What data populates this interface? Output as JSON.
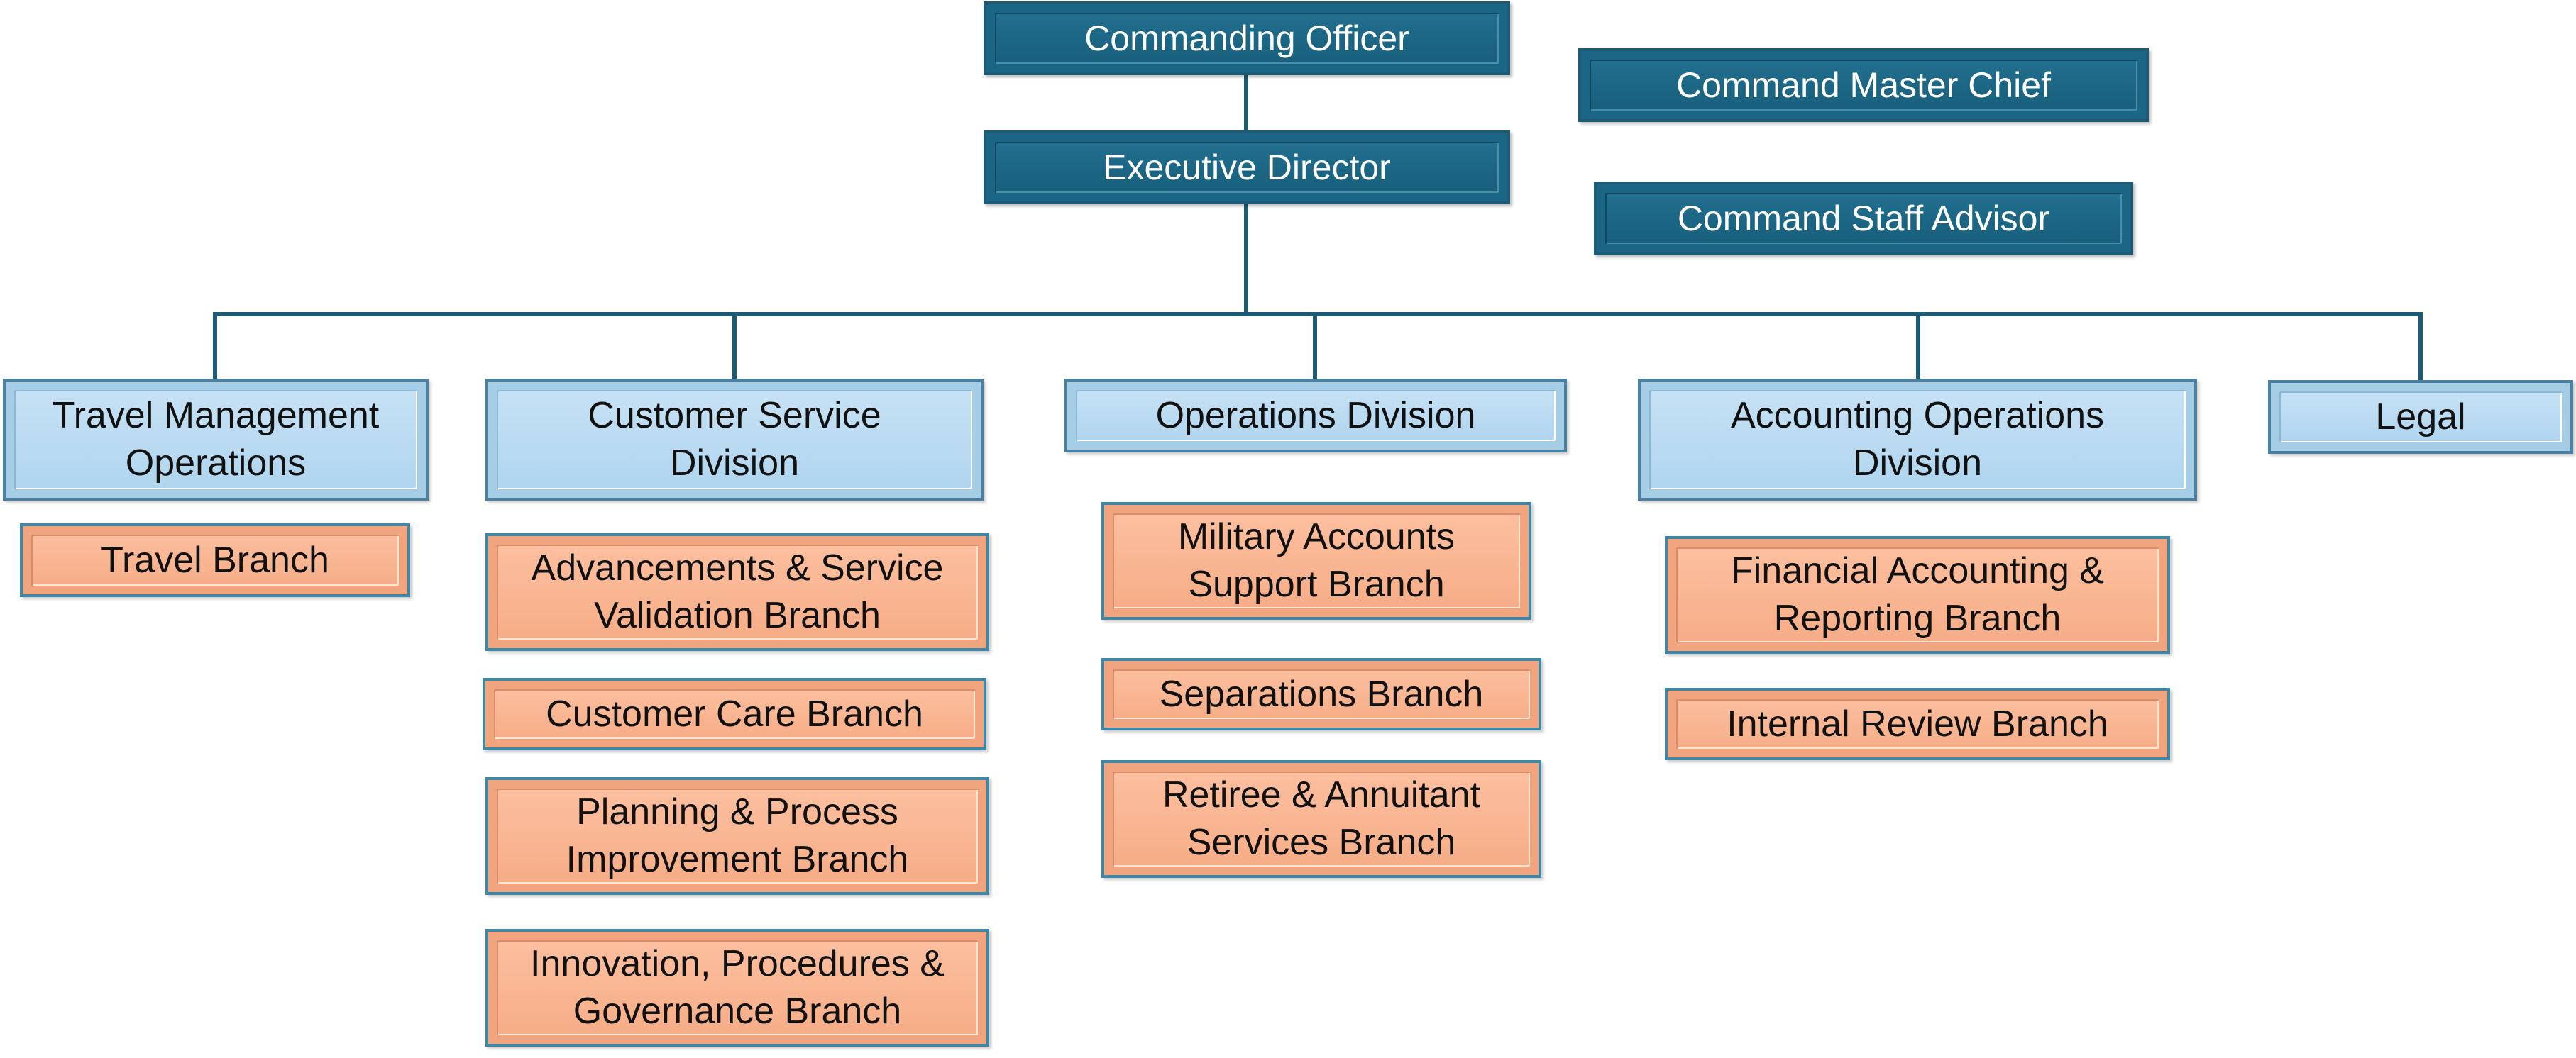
{
  "colors": {
    "executive": "#1b6684",
    "division": "#a6cde6",
    "branch": "#f1a57f",
    "connector": "#1e5a74"
  },
  "top": {
    "commanding_officer": "Commanding Officer",
    "executive_director": "Executive Director",
    "command_master_chief": "Command Master Chief",
    "command_staff_advisor": "Command Staff Advisor"
  },
  "divisions": {
    "travel": {
      "name": "Travel Management\nOperations",
      "branches": [
        "Travel Branch"
      ]
    },
    "customer_service": {
      "name": "Customer Service\nDivision",
      "branches": [
        "Advancements & Service\nValidation Branch",
        "Customer Care Branch",
        "Planning & Process\nImprovement Branch",
        "Innovation, Procedures &\nGovernance Branch"
      ]
    },
    "operations": {
      "name": "Operations Division",
      "branches": [
        "Military Accounts\nSupport Branch",
        "Separations Branch",
        "Retiree & Annuitant\nServices Branch"
      ]
    },
    "accounting": {
      "name": "Accounting Operations\nDivision",
      "branches": [
        "Financial Accounting &\nReporting Branch",
        "Internal Review Branch"
      ]
    },
    "legal": {
      "name": "Legal",
      "branches": []
    }
  }
}
